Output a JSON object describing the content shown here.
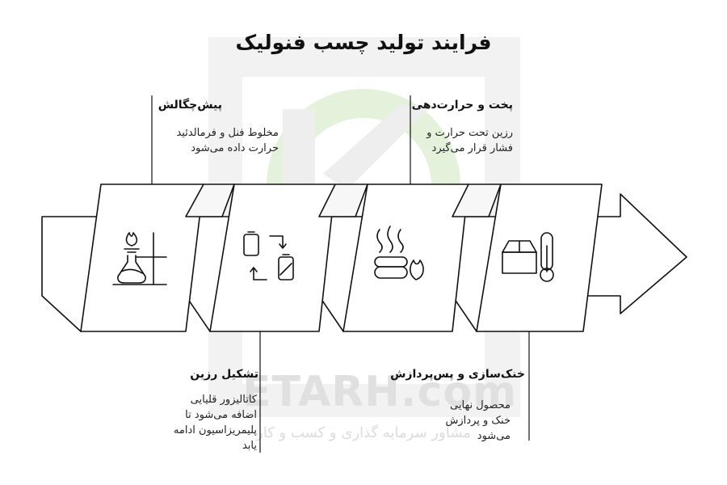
{
  "title": "فرایند تولید چسب فنولیک",
  "steps": [
    {
      "title": "پیش‌چگالش",
      "desc_lines": [
        "مخلوط فنل و فرمالدئید",
        "حرارت داده می‌شود"
      ],
      "icon": "flask-burner-icon"
    },
    {
      "title": "تشکیل رزین",
      "desc_lines": [
        "کاتالیزور قلیایی",
        "اضافه می‌شود تا",
        "پلیمریزاسیون ادامه",
        "یابد"
      ],
      "icon": "battery-cycle-icon"
    },
    {
      "title": "پخت و حرارت‌دهی",
      "desc_lines": [
        "رزین تحت حرارت و",
        "فشار قرار می‌گیرد"
      ],
      "icon": "steam-heat-icon"
    },
    {
      "title": "خنک‌سازی و پس‌پردازش",
      "desc_lines": [
        "محصول نهایی",
        "خنک و پردازش",
        "می‌شود"
      ],
      "icon": "box-thermometer-icon"
    }
  ],
  "watermark": {
    "brand": "ETARH.com",
    "tagline": "مشاور سرمایه گذاری و کسب و کار"
  }
}
